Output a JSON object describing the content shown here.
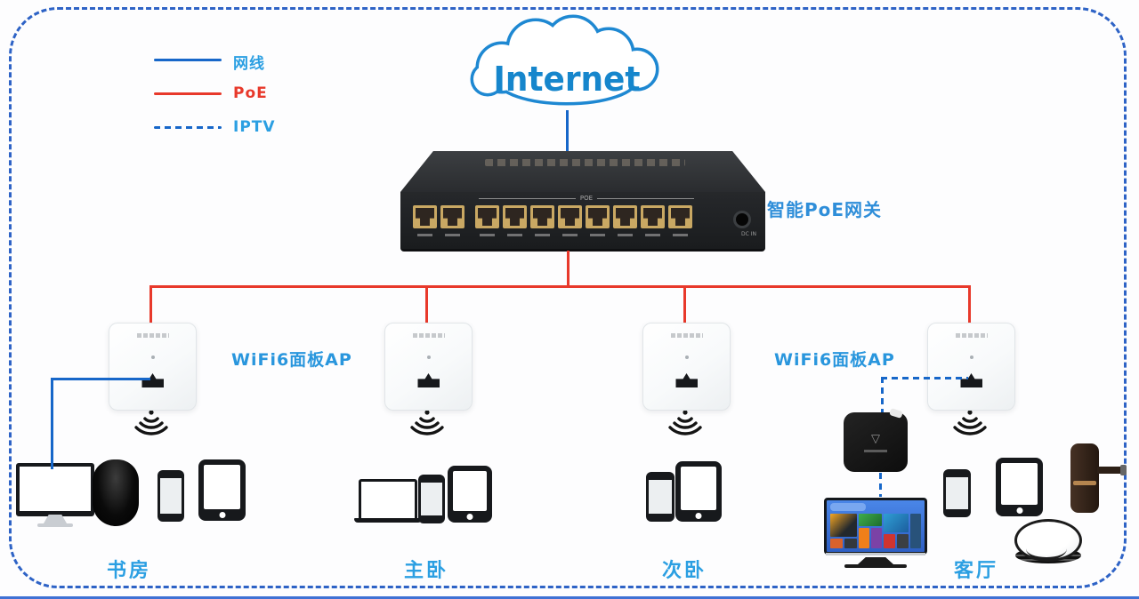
{
  "legend": {
    "items": [
      {
        "label": "网线",
        "style": "solid",
        "color": "#1767c9"
      },
      {
        "label": "PoE",
        "style": "solid",
        "color": "#e8392b"
      },
      {
        "label": "IPTV",
        "style": "dashed",
        "color": "#1767c9"
      }
    ]
  },
  "internet": {
    "label": "Internet"
  },
  "gateway": {
    "label": "智能PoE网关",
    "poe_group_label": "POE",
    "dc_label": "DC IN",
    "port_count": 10
  },
  "ap": {
    "left_label": "WiFi6面板AP",
    "right_label": "WiFi6面板AP"
  },
  "rooms": [
    {
      "name": "书房",
      "devices": [
        "desktop-computer",
        "smart-speaker",
        "smartphone",
        "tablet"
      ]
    },
    {
      "name": "主卧",
      "devices": [
        "laptop",
        "smartphone",
        "tablet"
      ]
    },
    {
      "name": "次卧",
      "devices": [
        "smartphone",
        "tablet"
      ]
    },
    {
      "name": "客厅",
      "devices": [
        "iptv-set-top-box",
        "smart-tv",
        "smartphone",
        "tablet",
        "smart-door-lock",
        "robot-vacuum"
      ]
    }
  ],
  "colors": {
    "cable_blue": "#1767c9",
    "poe_red": "#e8392b",
    "label_blue": "#2b9fe2",
    "border_blue": "#2e63c6"
  }
}
